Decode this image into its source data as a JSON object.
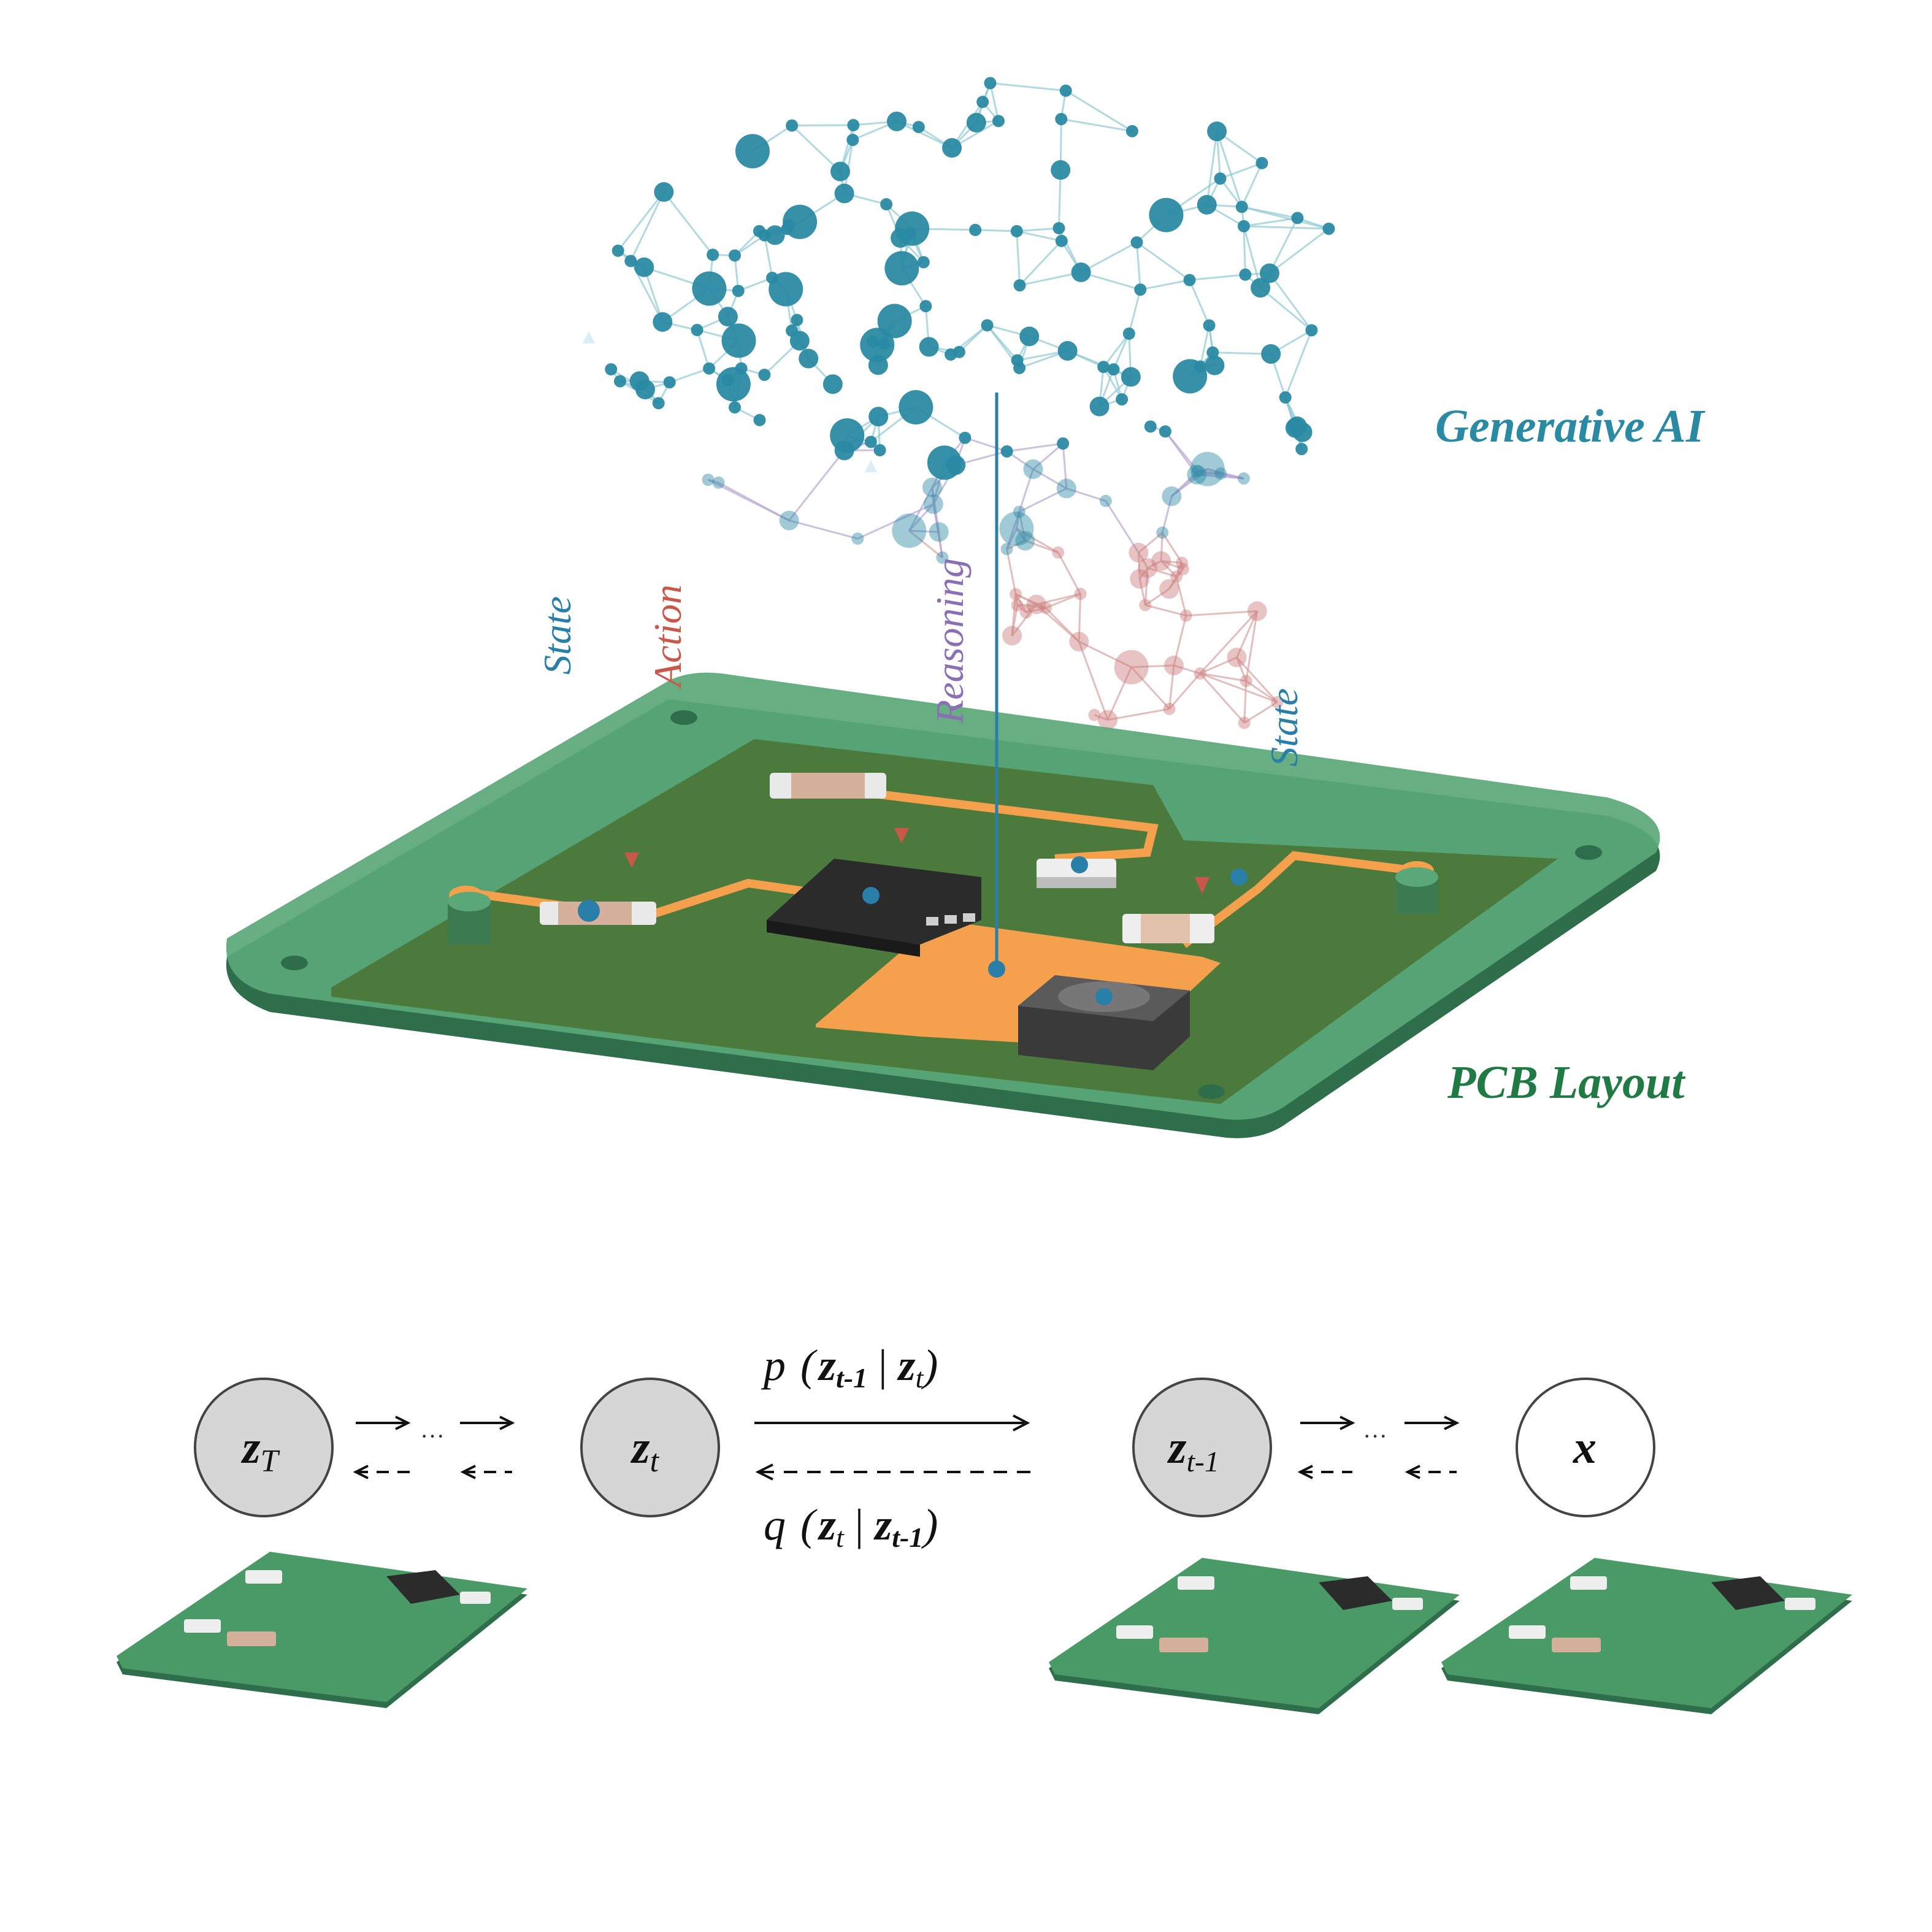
{
  "labels": {
    "generative_ai": "Generative AI",
    "pcb_layout": "PCB Layout",
    "state_left": "State",
    "action": "Action",
    "reasoning": "Reasoning",
    "state_right": "State"
  },
  "chain": {
    "node_zT": "z",
    "node_zT_sub": "T",
    "node_zt": "z",
    "node_zt_sub": "t",
    "node_zt1": "z",
    "node_zt1_sub": "t-1",
    "node_x": "x",
    "dots": "···",
    "forward": {
      "p": "p",
      "z1": "z",
      "z1_sub": "t-1",
      "bar": "|",
      "z2": "z",
      "z2_sub": "t"
    },
    "reverse": {
      "q": "q",
      "z1": "z",
      "z1_sub": "t",
      "bar": "|",
      "z2": "z",
      "z2_sub": "t-1"
    }
  },
  "colors": {
    "teal": "#2a8aa3",
    "pcb_green": "#3f8a5c",
    "inner_green": "#4b7a3c",
    "copper": "#f4a04d",
    "action_red": "#c9574a",
    "reasoning_purple": "#8a6fb5",
    "node_gray": "#d6d6d6"
  }
}
